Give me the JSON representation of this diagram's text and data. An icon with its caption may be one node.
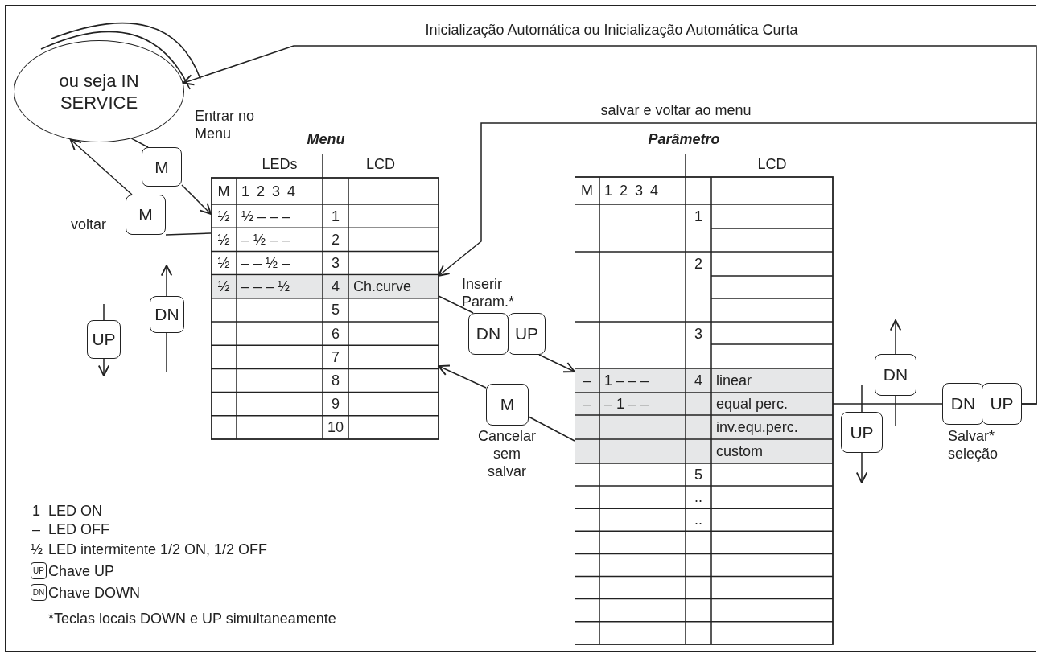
{
  "diagram": {
    "nodes": [
      {
        "text": [
          "ou seja IN SERVICE"
        ]
      },
      {
        "text": [
          "M"
        ],
        "beside": [
          "Entrar no Menu"
        ]
      },
      {
        "text": [
          "M"
        ],
        "beside": [
          "voltar"
        ]
      },
      {
        "text": [
          "UP"
        ]
      },
      {
        "text": [
          "DN"
        ]
      },
      {
        "text": [
          "Menu",
          "LEDs",
          "LCD",
          "M",
          "1 2 3 4",
          "½",
          "½ – – –",
          "1",
          "½",
          "– ½ – –",
          "2",
          "½",
          "– – ½ –",
          "3",
          "½",
          "– – – ½",
          "4",
          "Ch.curve",
          "5",
          "6",
          "7",
          "8",
          "9",
          "10"
        ]
      },
      {
        "text": [
          "DN"
        ],
        "beside": [
          "Inserir Param.*"
        ]
      },
      {
        "text": [
          "UP"
        ]
      },
      {
        "text": [
          "M"
        ],
        "beside": [
          "Cancelar sem salvar"
        ]
      },
      {
        "text": [
          "Parâmetro",
          "LCD",
          "M",
          "1 2 3 4",
          "1",
          "2",
          "3",
          "–",
          "1 – – –",
          "4",
          "linear",
          "–",
          "– 1 – –",
          "equal perc.",
          "inv.equ.perc.",
          "custom",
          "5",
          "..",
          ".."
        ]
      },
      {
        "text": [
          "UP"
        ]
      },
      {
        "text": [
          "DN"
        ]
      },
      {
        "text": [
          "DN"
        ]
      },
      {
        "text": [
          "UP"
        ],
        "beside": [
          "Salvar* seleção"
        ]
      }
    ],
    "edges": [
      {
        "from": 0,
        "to": 1,
        "arrow": "none"
      },
      {
        "from": 1,
        "to": 5,
        "arrow": "to"
      },
      {
        "from": 5,
        "to": 2,
        "arrow": "none"
      },
      {
        "from": 2,
        "to": 0,
        "arrow": "to"
      },
      {
        "from": 5,
        "to": 6,
        "arrow": "none"
      },
      {
        "from": 7,
        "to": 9,
        "arrow": "to"
      },
      {
        "from": 9,
        "to": 8,
        "arrow": "none"
      },
      {
        "from": 8,
        "to": 5,
        "arrow": "to"
      },
      {
        "from": 9,
        "to": 12,
        "arrow": "none"
      },
      {
        "from": 13,
        "to": 5,
        "arrow": "to",
        "label": "salvar e voltar ao menu"
      },
      {
        "from": 13,
        "to": 0,
        "arrow": "to",
        "label": "Inicialização Automática ou Inicialização Automática Curta"
      }
    ],
    "labels": [
      "1",
      "LED ON",
      "–",
      "LED OFF",
      "½",
      "LED intermitente 1/2 ON, 1/2 OFF",
      "UP",
      "Chave UP",
      "DN",
      "Chave DOWN",
      "*Teclas locais DOWN e UP simultaneamente"
    ]
  }
}
